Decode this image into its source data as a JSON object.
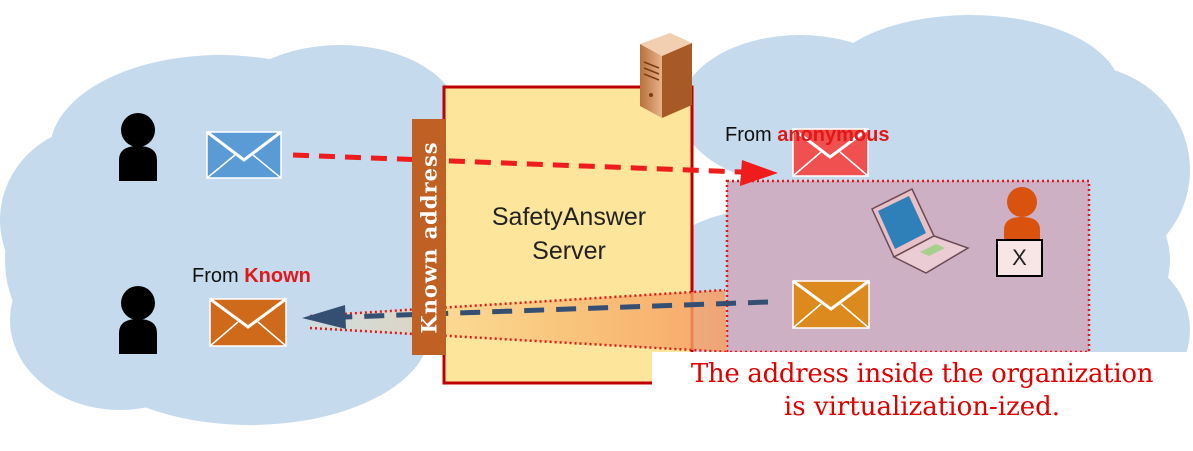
{
  "labels": {
    "from_anonymous_prefix": "From ",
    "from_anonymous_highlight": "anonymous",
    "from_known_prefix": "From ",
    "from_known_highlight": "Known",
    "server_line1": "SafetyAnswer",
    "server_line2": "Server",
    "known_address": "Known address",
    "x_badge": "X",
    "caption_line1": "The address inside the organization",
    "caption_line2": "is virtualization-ized."
  },
  "colors": {
    "cloud": "#c5daed",
    "server_fill": "#fde59b",
    "server_border": "#c00000",
    "known_bar": "#bf6125",
    "red_arrow": "#ee1c1c",
    "blue_arrow": "#354f73",
    "envelope_blue": "#5b9bd5",
    "envelope_red": "#f05050",
    "envelope_orange": "#cf6a1a",
    "envelope_amber": "#dc8a1e",
    "org_zone": "#cdb0c4",
    "person_dark": "#000000",
    "person_orange": "#d9530f",
    "caption_text": "#e00000"
  },
  "icons": [
    "person-icon",
    "envelope-icon",
    "server-tower-icon",
    "laptop-icon"
  ]
}
